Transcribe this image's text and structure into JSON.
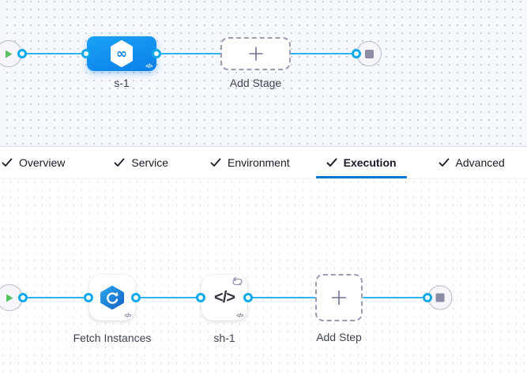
{
  "stage_graph": {
    "stage_label": "s-1",
    "add_stage_label": "Add Stage",
    "code_badge": "</>"
  },
  "tabs": [
    {
      "label": "Overview",
      "checked": true,
      "active": false
    },
    {
      "label": "Service",
      "checked": true,
      "active": false
    },
    {
      "label": "Environment",
      "checked": true,
      "active": false
    },
    {
      "label": "Execution",
      "checked": true,
      "active": true
    },
    {
      "label": "Advanced",
      "checked": true,
      "active": false
    }
  ],
  "execution_graph": {
    "step1_label": "Fetch Instances",
    "step2_label": "sh-1",
    "step2_glyph": "</>",
    "add_step_label": "Add Step",
    "code_badge": "</>"
  },
  "colors": {
    "edge_blue": "#2eb4f0",
    "port_ring_blue": "#12a9eb",
    "stage_node_blue": "#0b80e7",
    "active_tab_underline": "#0278d5",
    "play_green": "#57c15e",
    "stage_canvas_bg": "#f5f8fc",
    "label_text": "#3f4152"
  }
}
